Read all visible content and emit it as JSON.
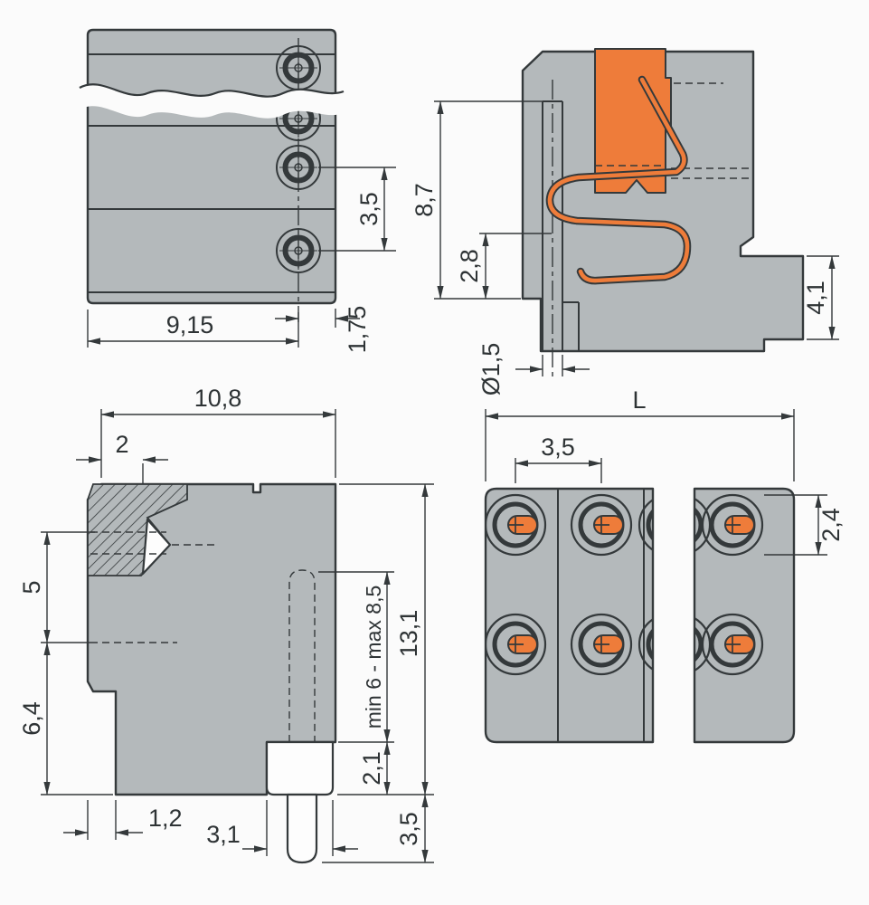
{
  "page": {
    "background": "#fbfbfb"
  },
  "colors": {
    "body_gray": "#b4b9bb",
    "accent_orange": "#ee7c3a",
    "line_dark": "#34393b",
    "white": "#fdfdfd"
  },
  "views": {
    "front": {
      "label": "front-view-broken",
      "dims": {
        "width": "9,15",
        "edge_offset": "1,75",
        "pole_pitch": "3,5"
      }
    },
    "section": {
      "label": "side-section-view",
      "dims": {
        "clamp_height": "8,7",
        "clamp_depth": "2,8",
        "wire_hole_dia": "Ø1,5",
        "foot_height": "4,1"
      }
    },
    "profile": {
      "label": "side-profile-view",
      "dims": {
        "overall_width": "10,8",
        "top_edge": "2",
        "upper_height": "5",
        "lower_height": "6,4",
        "overall_height": "13,1",
        "strip_length": "min 6 - max 8,5",
        "shoulder_height": "2,1",
        "step_width": "1,2",
        "shoulder_width": "3,1",
        "pin_length": "3,5"
      }
    },
    "bottom": {
      "label": "bottom-view",
      "dims": {
        "overall_length": "L",
        "pole_pitch": "3,5",
        "slot_height": "2,4"
      }
    }
  }
}
